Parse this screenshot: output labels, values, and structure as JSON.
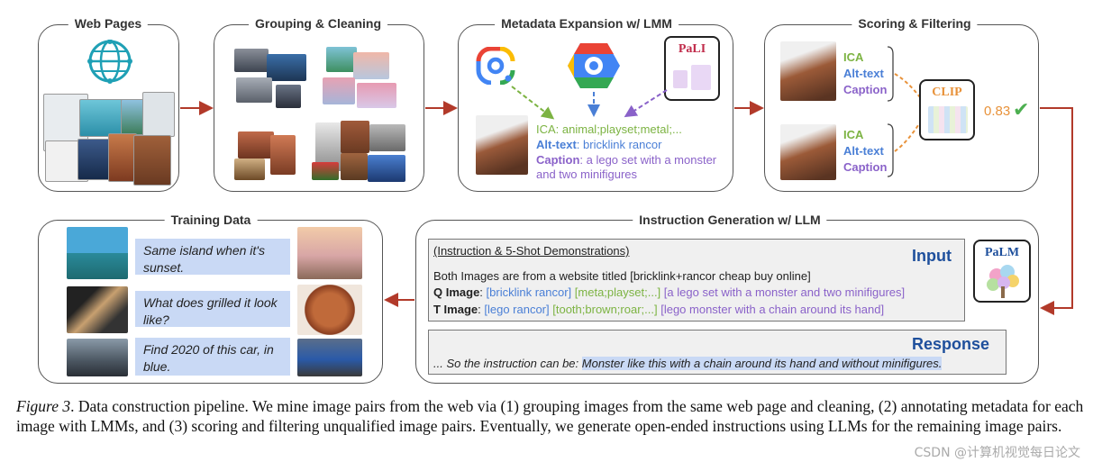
{
  "panels": {
    "web_pages": "Web Pages",
    "grouping": "Grouping & Cleaning",
    "metadata": "Metadata Expansion w/ LMM",
    "scoring": "Scoring & Filtering",
    "training": "Training Data",
    "instruction": "Instruction Generation w/ LLM"
  },
  "logos": {
    "pali": "PaLI",
    "clip": "CLIP",
    "palm": "PaLM"
  },
  "metadata_labels": {
    "ica_key": "ICA",
    "ica_val": ": animal;playset;metal;...",
    "alt_key": "Alt-text",
    "alt_val": ": bricklink rancor",
    "cap_key": "Caption",
    "cap_val_1": ": a lego set with a monster",
    "cap_val_2": "and two minifigures"
  },
  "scoring_labels": {
    "ica": "ICA",
    "alt": "Alt-text",
    "caption": "Caption",
    "score": "0.83",
    "check": "✔"
  },
  "training": [
    {
      "text": "Same island when it's sunset."
    },
    {
      "text": "What does grilled it look like?"
    },
    {
      "text": "Find 2020 of this car, in blue."
    }
  ],
  "instruction_box": {
    "header": "(Instruction & 5-Shot Demonstrations)",
    "input_label": "Input",
    "line1": "Both Images are from a website titled [bricklink+rancor cheap buy online]",
    "q_label": "Q Image",
    "q_colon": ": ",
    "q_alt": "[bricklink rancor]",
    "q_ica": "[meta;playset;...]",
    "q_cap": "[a lego set with a monster and two minifigures]",
    "t_label": "T Image",
    "t_colon": ": ",
    "t_alt": "[lego rancor]",
    "t_ica": "[tooth;brown;roar;...]",
    "t_cap": "[lego monster with a chain around its hand]",
    "response_label": "Response",
    "response_prefix": "... So the instruction can be: ",
    "response_text": "Monster like this with a chain around its hand and without minifigures."
  },
  "caption": {
    "figure_label": "Figure 3",
    "text": ". Data construction pipeline. We mine image pairs from the web via (1) grouping images from the same web page and cleaning, (2) annotating metadata for each image with LMMs, and (3) scoring and filtering unqualified image pairs. Eventually, we generate open-ended instructions using LLMs for the remaining image pairs."
  },
  "watermark": "CSDN @计算机视觉每日论文",
  "colors": {
    "arrow": "#b23a2a",
    "ica": "#7cb342",
    "alt_text": "#4a7fd6",
    "caption": "#8a62c9",
    "score": "#e8923a",
    "bubble": "#c9d9f5",
    "title_blue": "#1e4f9c"
  }
}
